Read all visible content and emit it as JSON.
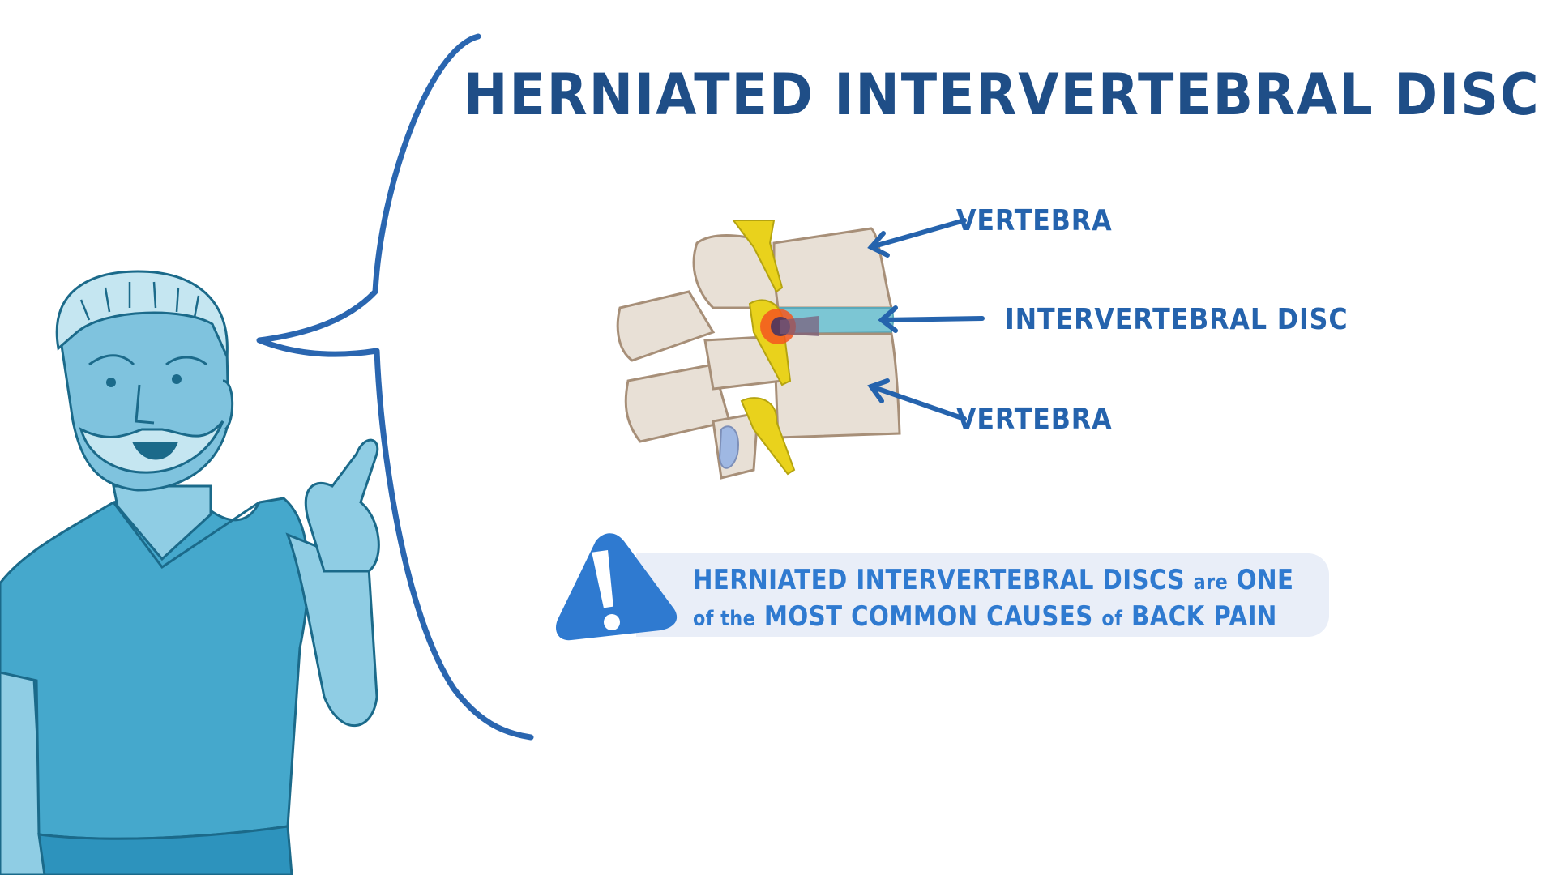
{
  "slide": {
    "title": "HERNIATED INTERVERTEBRAL DISC",
    "diagram": {
      "labels": [
        {
          "id": "top",
          "text": "VERTEBRA"
        },
        {
          "id": "middle",
          "text": "INTERVERTEBRAL DISC"
        },
        {
          "id": "bottom",
          "text": "VERTEBRA"
        }
      ]
    },
    "callout": {
      "icon": "warning-exclamation-icon",
      "line1_main": "HERNIATED INTERVERTEBRAL DISCS",
      "line1_small": "are",
      "line1_end": "ONE",
      "line2_small_start": "of the",
      "line2_main": "MOST COMMON CAUSES",
      "line2_small_mid": "of",
      "line2_end": "BACK PAIN"
    },
    "colors": {
      "title": "#1f4e87",
      "label": "#2563ad",
      "callout_text": "#2f7ad0",
      "callout_bg": "#e9eef8",
      "bubble_stroke": "#2a66b0",
      "scrubs": "#45a8cc"
    }
  }
}
